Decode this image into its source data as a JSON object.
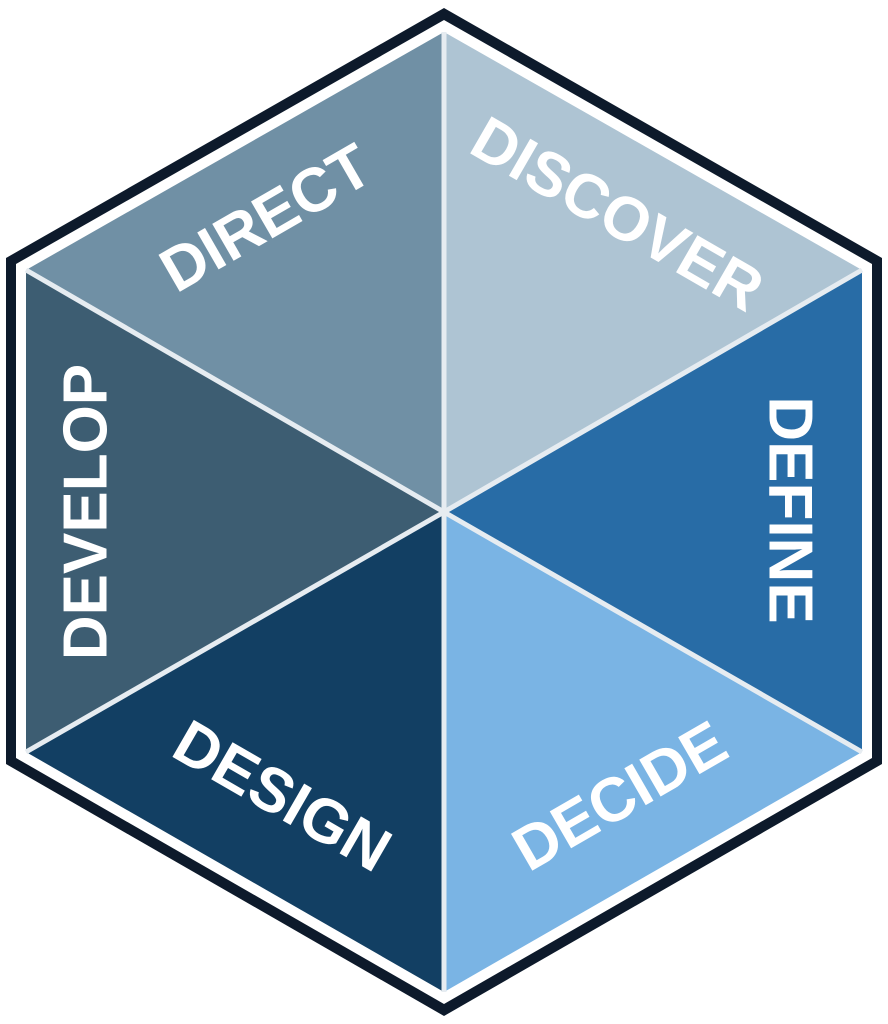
{
  "diagram": {
    "segments": [
      {
        "label": "DIRECT",
        "color": "#aec4d3"
      },
      {
        "label": "DISCOVER",
        "color": "#286ca6"
      },
      {
        "label": "DEFINE",
        "color": "#7ab4e4"
      },
      {
        "label": "DECIDE",
        "color": "#123f63"
      },
      {
        "label": "DESIGN",
        "color": "#3d5d72"
      },
      {
        "label": "DEVELOP",
        "color": "#7090a5"
      }
    ],
    "outline_color": "#0d1a2b"
  }
}
